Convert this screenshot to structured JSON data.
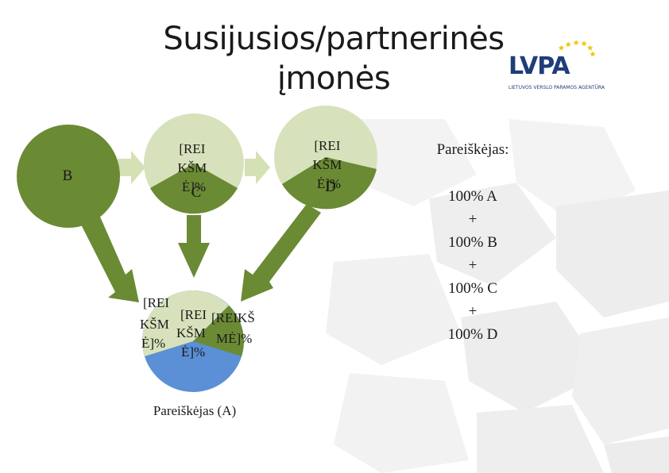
{
  "title": {
    "line1": "Susijusios/partnerinės",
    "line2": "įmonės"
  },
  "logo": {
    "text": "LVPA",
    "subtitle": "LIETUVOS VERSLO PARAMOS AGENTŪRA"
  },
  "node_b": {
    "label": "B"
  },
  "node_c": {
    "label": "C",
    "slice_text": [
      "[REI",
      "KŠM",
      "Ė]%"
    ]
  },
  "node_d": {
    "label": "D",
    "slice_text": [
      "[REI",
      "KŠM",
      "Ė]%"
    ]
  },
  "node_a": {
    "slice1_text": [
      "[REI",
      "KŠM",
      "Ė]%"
    ],
    "slice2_text": [
      "[REI",
      "KŠM",
      "Ė]%"
    ],
    "slice3_text": [
      "[REIKŠ",
      "MĖ]%"
    ],
    "caption": "Pareiškėjas (A)"
  },
  "summary": {
    "header": "Pareiškėjas:",
    "lines": [
      "100% A",
      "+",
      "100% B",
      "+",
      "100% C",
      "+",
      "100% D"
    ]
  },
  "colors": {
    "green_dark": "#6b8a34",
    "green_light": "#d7e2bc",
    "blue": "#5b8fd6",
    "arrow_light": "#d3e1b5",
    "bg_polys": "#eeeeee",
    "logo_blue": "#1f3d7a",
    "logo_star": "#f2c200"
  }
}
